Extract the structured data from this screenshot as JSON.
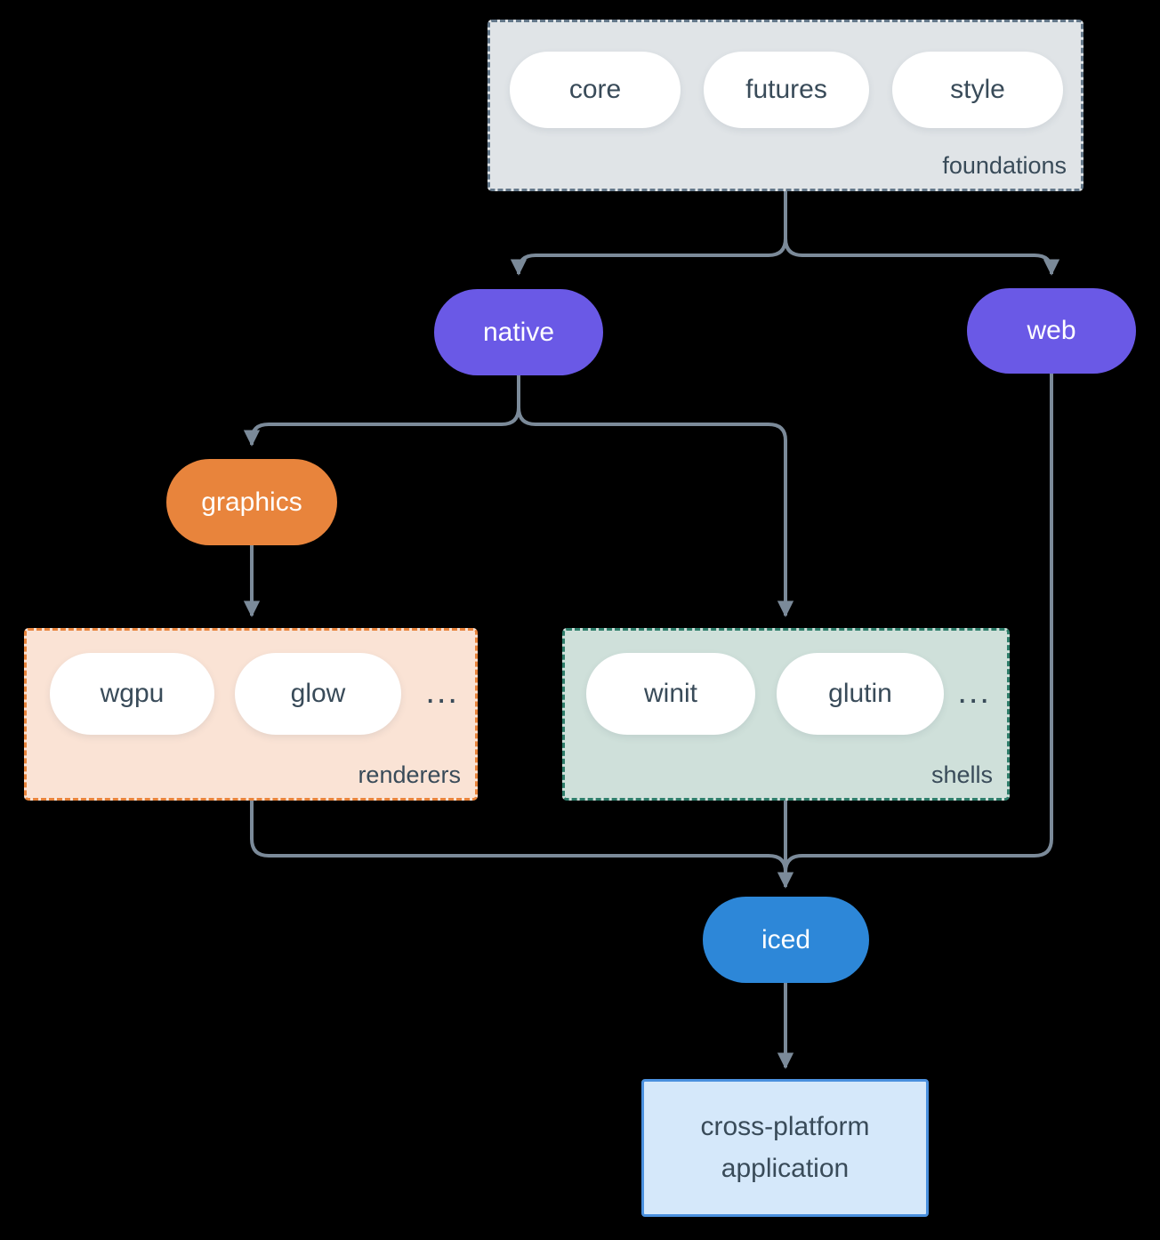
{
  "colors": {
    "canvas-bg": "#000000",
    "purple": "#6a59e6",
    "orange": "#e8843c",
    "blue": "#2d87d8",
    "line": "#7b8a99",
    "slate-text": "#394b59",
    "pill-bg": "#ffffff",
    "foundations-bg": "#e0e4e7",
    "foundations-border": "#64788a",
    "renderers-bg": "#fae3d5",
    "renderers-border": "#e8843c",
    "shells-bg": "#cfe0da",
    "shells-border": "#2e7d6a",
    "app-bg": "#d5e8fa",
    "app-border": "#4a90de"
  },
  "groups": {
    "foundations": {
      "label": "foundations",
      "pills": [
        "core",
        "futures",
        "style"
      ]
    },
    "renderers": {
      "label": "renderers",
      "pills": [
        "wgpu",
        "glow"
      ],
      "ellipsis": "..."
    },
    "shells": {
      "label": "shells",
      "pills": [
        "winit",
        "glutin"
      ],
      "ellipsis": "..."
    }
  },
  "nodes": {
    "native": "native",
    "web": "web",
    "graphics": "graphics",
    "iced": "iced",
    "application": "cross-platform application"
  }
}
